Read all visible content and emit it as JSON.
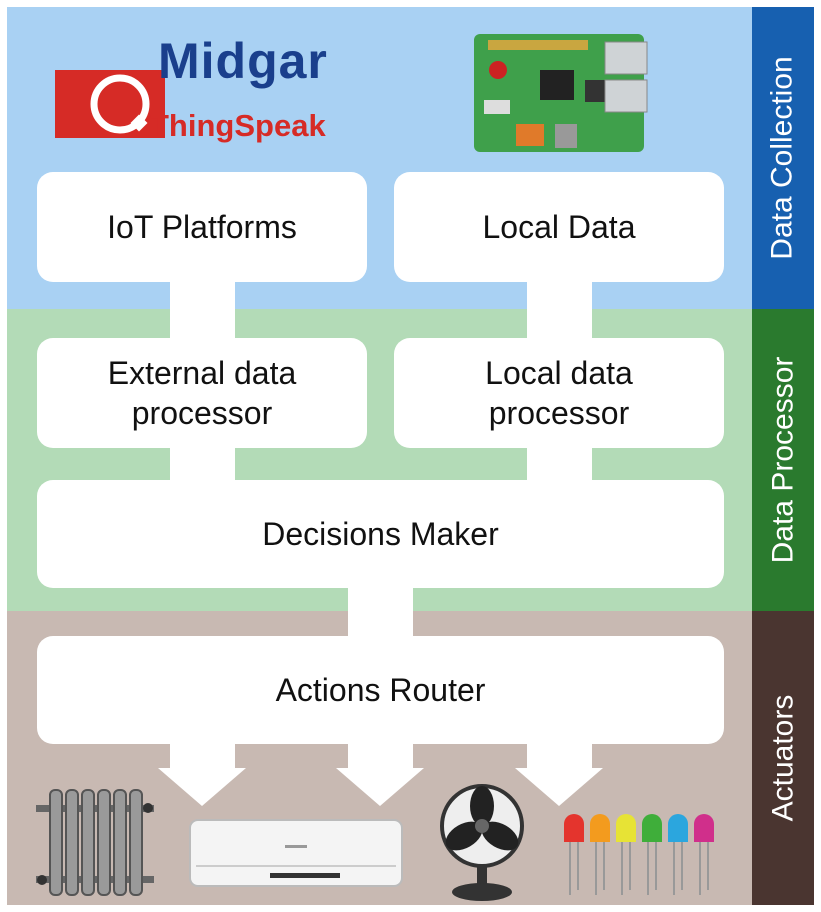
{
  "sections": {
    "collection": "Data Collection",
    "processor": "Data Processor",
    "actuators": "Actuators"
  },
  "boxes": {
    "iot_platforms": "IoT Platforms",
    "local_data": "Local Data",
    "external_processor_line1": "External data",
    "external_processor_line2": "processor",
    "local_processor_line1": "Local data",
    "local_processor_line2": "processor",
    "decisions_maker": "Decisions Maker",
    "actions_router": "Actions Router"
  },
  "logos": {
    "midgar": "Midgar",
    "thingspeak": "ThingSpeak"
  },
  "icons": [
    "midgar-logo",
    "thingspeak-logo",
    "raspberry-pi-board",
    "radiator-icon",
    "air-conditioner-icon",
    "fan-icon",
    "led-icon"
  ],
  "colors": {
    "collection_bg": "#a9d1f3",
    "processor_bg": "#b3dbb7",
    "actuators_bg": "#c8b9b2",
    "collection_tab": "#1760b0",
    "processor_tab": "#2a7a2e",
    "actuators_tab": "#4a3530"
  }
}
